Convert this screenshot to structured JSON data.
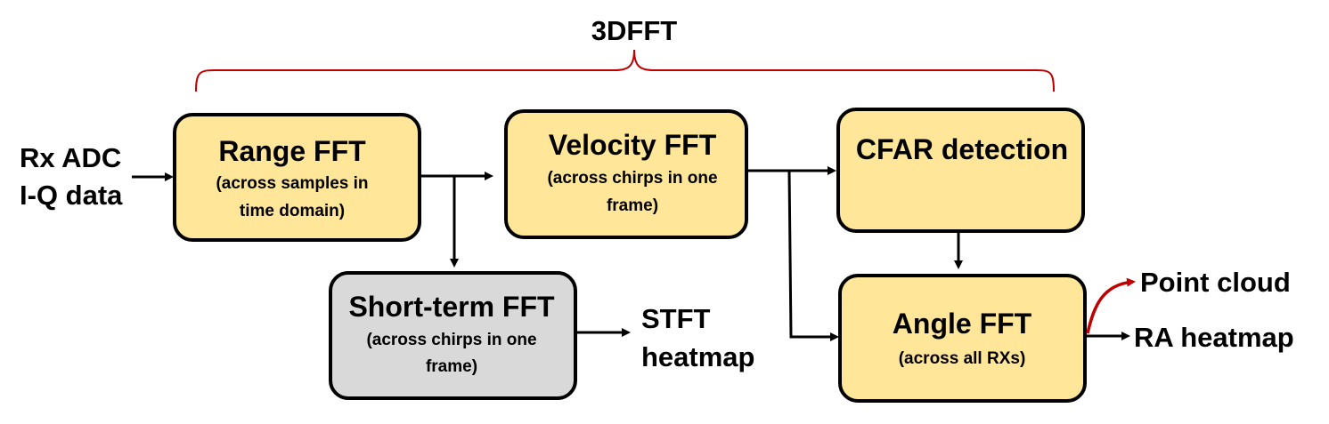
{
  "title": "3DFFT",
  "input": {
    "line1": "Rx ADC",
    "line2": "I-Q data"
  },
  "blocks": {
    "range": {
      "title": "Range FFT",
      "sub1": "(across samples in",
      "sub2": "time domain)"
    },
    "velocity": {
      "title": "Velocity FFT",
      "sub1": "(across chirps in one",
      "sub2": "frame)"
    },
    "cfar": {
      "title": "CFAR detection"
    },
    "stft": {
      "title": "Short-term FFT",
      "sub1": "(across chirps in one",
      "sub2": "frame)"
    },
    "angle": {
      "title": "Angle FFT",
      "sub1": "(across all RXs)"
    }
  },
  "outputs": {
    "stft_line1": "STFT",
    "stft_line2": "heatmap",
    "point_cloud": "Point cloud",
    "ra_heatmap": "RA heatmap"
  },
  "colors": {
    "block_fill": "#FFE699",
    "stft_fill": "#D9D9D9",
    "brace": "#C00000",
    "arrow": "#000000",
    "point_cloud_arrow": "#C00000"
  }
}
